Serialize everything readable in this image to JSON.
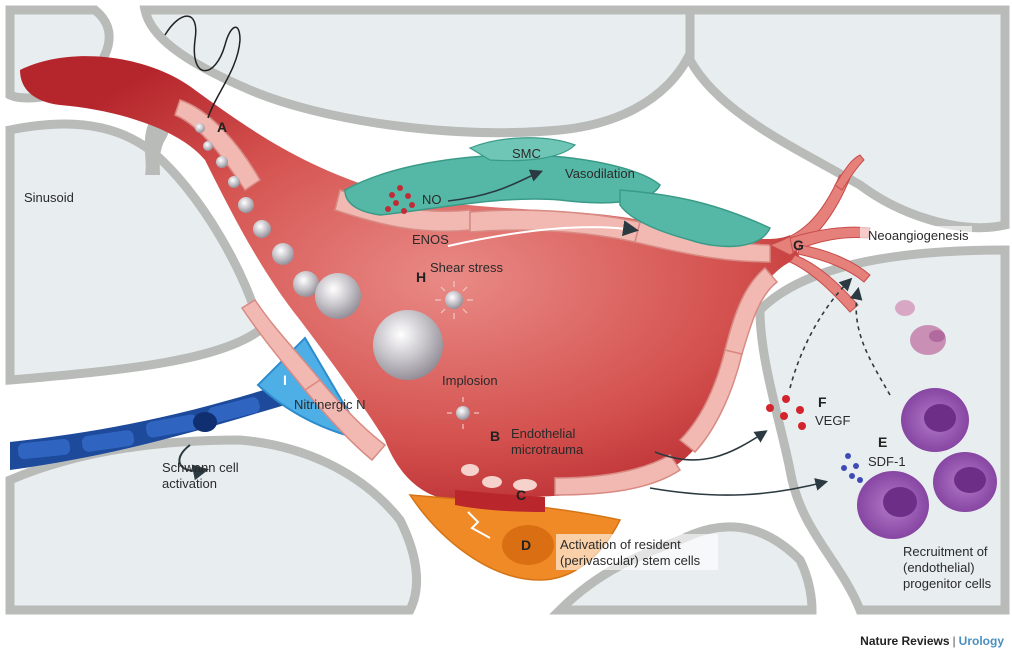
{
  "labels": {
    "sinusoid": "Sinusoid",
    "smc": "SMC",
    "vasodilation": "Vasodilation",
    "no": "NO",
    "enos": "ENOS",
    "shear_stress": "Shear stress",
    "neoangiogenesis": "Neoangiogenesis",
    "implosion": "Implosion",
    "nitrinergic_n": "Nitrinergic N",
    "endothelial_microtrauma": [
      "Endothelial",
      "microtrauma"
    ],
    "vegf": "VEGF",
    "sdf1": "SDF-1",
    "schwann": [
      "Schwann cell",
      "activation"
    ],
    "stem_cells": [
      "Activation of resident",
      "(perivascular) stem cells"
    ],
    "recruitment": [
      "Recruitment of",
      "(endothelial)",
      "progenitor cells"
    ]
  },
  "letters": {
    "a": "A",
    "b": "B",
    "c": "C",
    "d": "D",
    "e": "E",
    "f": "F",
    "g": "G",
    "h": "H",
    "i": "I"
  },
  "credit": {
    "journal": "Nature Reviews",
    "separator": "|",
    "section": "Urology"
  },
  "colors": {
    "vessel": "#c8383d",
    "vessel_light": "#e57a78",
    "endothelium": "#f1b9b1",
    "smc": "#55b8a6",
    "nerve": "#4eaee6",
    "schwann": "#1d4a9b",
    "stem_cell": "#ef8a26",
    "progenitor": "#8a4aa8",
    "sinusoid_bg": "#e9eff1",
    "septum": "#b9bbb9"
  }
}
